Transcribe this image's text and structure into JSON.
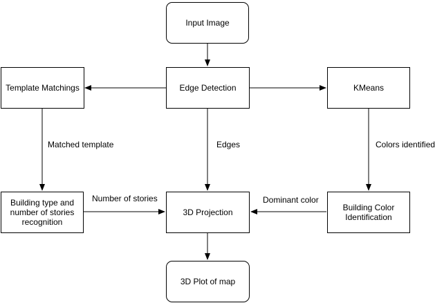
{
  "diagram": {
    "nodes": {
      "input_image": "Input Image",
      "edge_detection": "Edge Detection",
      "template_matchings": "Template Matchings",
      "kmeans": "KMeans",
      "building_type": "Building type and number of stories recognition",
      "projection_3d": "3D Projection",
      "building_color": "Building Color Identification",
      "plot_3d": "3D Plot of map"
    },
    "edge_labels": {
      "matched_template": "Matched template",
      "edges": "Edges",
      "colors_identified": "Colors identified",
      "number_of_stories": "Number of stories",
      "dominant_color": "Dominant color"
    }
  }
}
